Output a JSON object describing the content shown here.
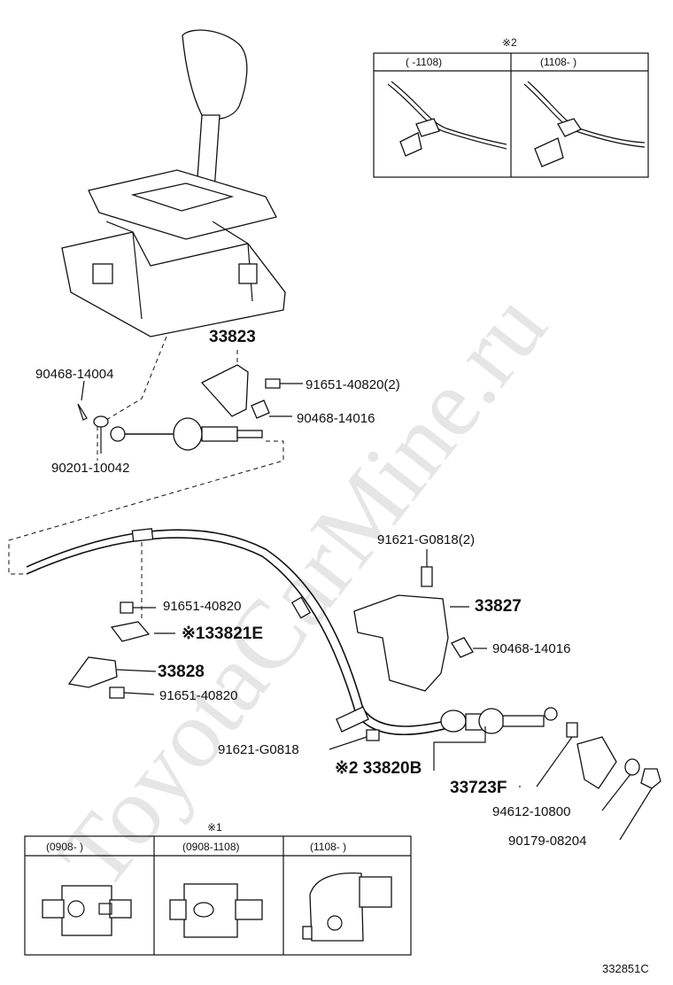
{
  "watermark": "ToyotaCarMine.ru",
  "top_table": {
    "note": "※2",
    "headers": [
      "(       -1108)",
      "(1108-        )"
    ]
  },
  "bottom_table": {
    "note": "※1",
    "headers": [
      "(0908-        )",
      "(0908-1108)",
      "(1108-        )"
    ]
  },
  "labels": {
    "p33823": "33823",
    "p91651_40820_2": "91651-40820(2)",
    "p90468_14004": "90468-14004",
    "p90468_14016_top": "90468-14016",
    "p90201_10042": "90201-10042",
    "p91621_G0818_2": "91621-G0818(2)",
    "p91651_40820_a": "91651-40820",
    "p33827": "33827",
    "p33821E": "※133821E",
    "p33828": "33828",
    "p90468_14016_mid": "90468-14016",
    "p91651_40820_b": "91651-40820",
    "p91621_G0818": "91621-G0818",
    "p33820B": "※2 33820B",
    "p33723F": "33723F",
    "p94612_10800": "94612-10800",
    "p90179_08204": "90179-08204"
  },
  "diagram_code": "332851C"
}
